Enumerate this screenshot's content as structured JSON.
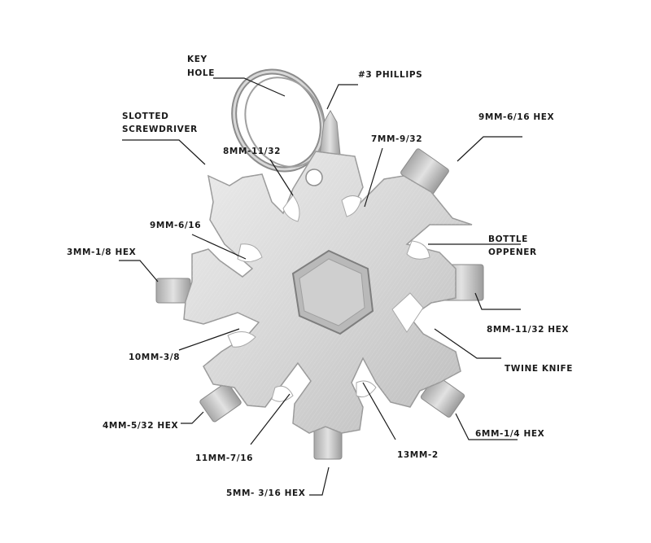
{
  "colors": {
    "metal_light": "#e4e4e4",
    "metal_mid": "#c9c9c9",
    "metal_dark": "#9a9a9a",
    "ink": "#1a1a1a"
  },
  "labels": {
    "key_hole": [
      "KEY",
      "HOLE"
    ],
    "phillips": "#3 PHILLIPS",
    "slotted": [
      "SLOTTED",
      "SCREWDRIVER"
    ],
    "hex_9mm_6_16": "9MM-6/16 HEX",
    "mm8_11_32": "8MM-11/32",
    "mm7_9_32": "7MM-9/32",
    "mm9_6_16": "9MM-6/16",
    "bottle": [
      "BOTTLE",
      "OPPENER"
    ],
    "hex_3mm": "3MM-1/8 HEX",
    "hex_8mm": "8MM-11/32 HEX",
    "mm10": "10MM-3/8",
    "twine": "TWINE KNIFE",
    "hex_4mm": "4MM-5/32 HEX",
    "hex_6mm": "6MM-1/4 HEX",
    "mm11": "11MM-7/16",
    "mm13": "13MM-2",
    "hex_5mm": "5MM- 3/16 HEX"
  }
}
